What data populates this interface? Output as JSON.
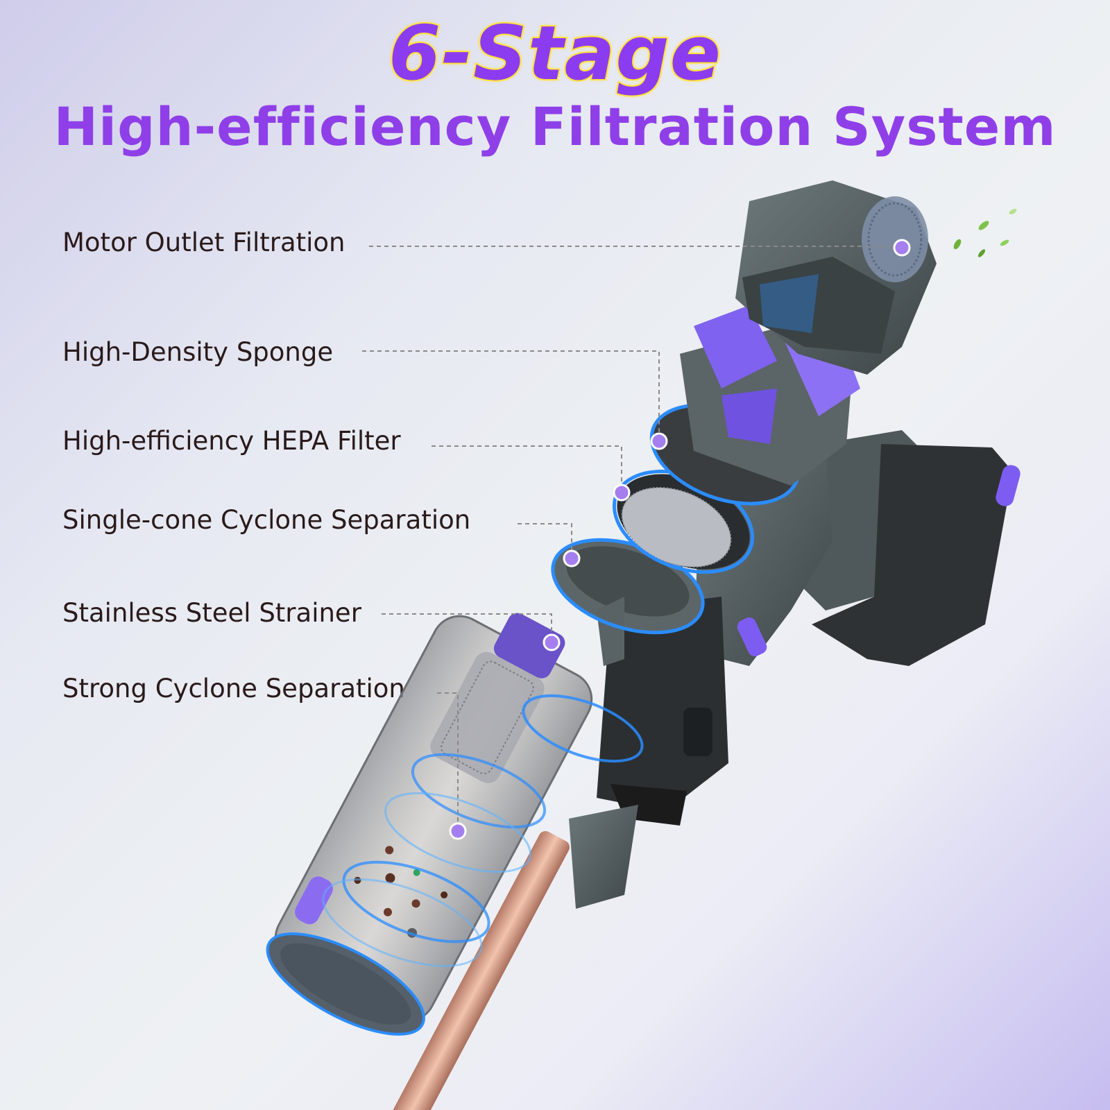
{
  "title": {
    "main": "6-Stage",
    "sub": "High-efficiency Filtration System"
  },
  "stages": [
    {
      "label": "Motor Outlet Filtration"
    },
    {
      "label": "High-Density Sponge"
    },
    {
      "label": "High-efficiency HEPA Filter"
    },
    {
      "label": "Single-cone Cyclone Separation"
    },
    {
      "label": "Stainless Steel Strainer"
    },
    {
      "label": "Strong Cyclone Separation"
    }
  ],
  "colors": {
    "title_fill": "#8c3cf0",
    "title_outline": "#ffe23c",
    "label_text": "#2a1a1a",
    "marker_dot": "#a57ff0",
    "leader_line": "#8a8a8a",
    "body_gray": "#5c6668",
    "accent_purple": "#7d5cf2",
    "tube_copper": "#d9a08a",
    "glow_blue": "#2a8cff"
  }
}
